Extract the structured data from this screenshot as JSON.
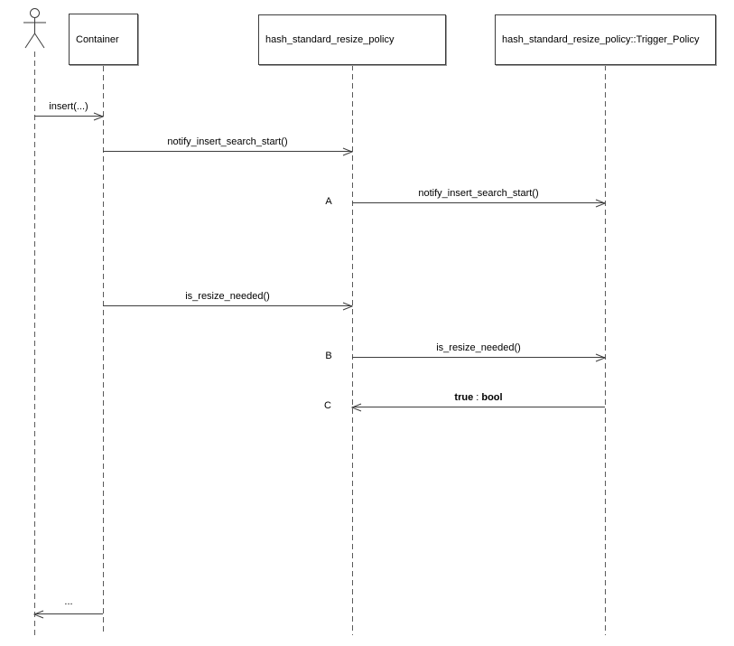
{
  "diagram": {
    "type": "uml-sequence-diagram",
    "actor": {
      "name": "user-actor"
    },
    "participants": [
      {
        "id": "container",
        "label": "Container"
      },
      {
        "id": "hash_standard_resize_policy",
        "label": "hash_standard_resize_policy"
      },
      {
        "id": "trigger_policy",
        "label": "hash_standard_resize_policy::Trigger_Policy"
      }
    ],
    "messages": [
      {
        "label": "insert(...)",
        "from": "actor",
        "to": "Container",
        "direction": "right"
      },
      {
        "label": "notify_insert_search_start()",
        "from": "Container",
        "to": "hash_standard_resize_policy",
        "direction": "right"
      },
      {
        "label": "notify_insert_search_start()",
        "from": "hash_standard_resize_policy",
        "to": "hash_standard_resize_policy::Trigger_Policy",
        "direction": "right",
        "marker": "A"
      },
      {
        "label": "is_resize_needed()",
        "from": "Container",
        "to": "hash_standard_resize_policy",
        "direction": "right"
      },
      {
        "label": "is_resize_needed()",
        "from": "hash_standard_resize_policy",
        "to": "hash_standard_resize_policy::Trigger_Policy",
        "direction": "right",
        "marker": "B"
      },
      {
        "parts": [
          {
            "text": "true"
          },
          {
            "text": " : "
          },
          {
            "text": "bool"
          }
        ],
        "from": "hash_standard_resize_policy::Trigger_Policy",
        "to": "hash_standard_resize_policy",
        "direction": "left",
        "marker": "C"
      },
      {
        "label": "...",
        "from": "Container",
        "to": "actor",
        "direction": "left"
      }
    ],
    "colors": {
      "background": "#ffffff",
      "line": "#3d3d3d",
      "lifeline": "#5a5a5a",
      "box_border": "#3d3d3d",
      "text": "#000000"
    }
  }
}
